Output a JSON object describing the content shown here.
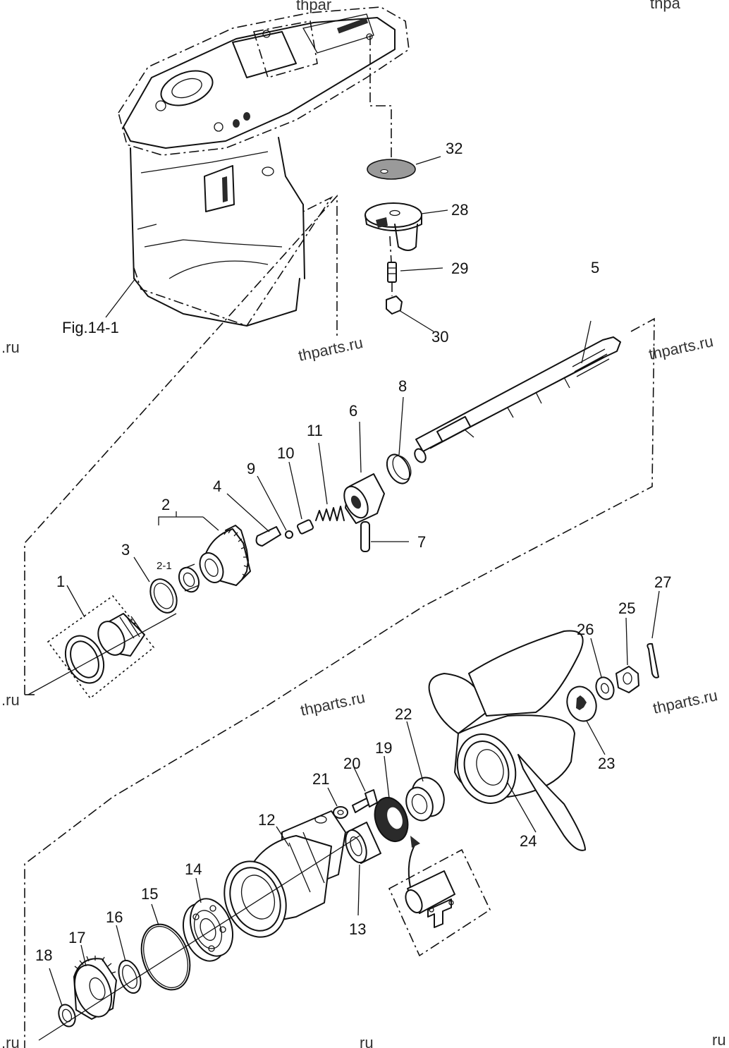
{
  "figure_ref": "Fig.14-1",
  "watermarks": [
    "thparts.ru",
    "thparts.ru",
    "thparts.ru",
    "thparts.ru",
    "thpa",
    "thpar",
    ".ru",
    ".ru",
    ".ru",
    "ru",
    "ru",
    "ru"
  ],
  "callouts": [
    "1",
    "2",
    "2-1",
    "3",
    "4",
    "5",
    "6",
    "7",
    "8",
    "9",
    "10",
    "11",
    "12",
    "13",
    "14",
    "15",
    "16",
    "17",
    "18",
    "19",
    "20",
    "21",
    "22",
    "23",
    "24",
    "25",
    "26",
    "27",
    "28",
    "29",
    "30",
    "32"
  ]
}
